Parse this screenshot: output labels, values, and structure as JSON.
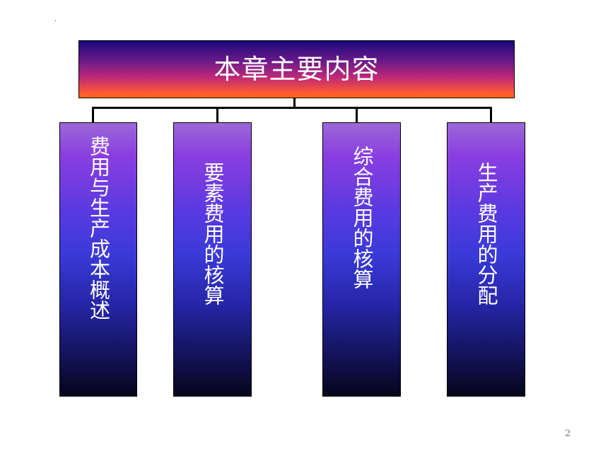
{
  "slide": {
    "dot": "·",
    "root_title": "本章主要内容",
    "children": [
      {
        "label": "费用与生产成本概述"
      },
      {
        "label": "要素费用的核算"
      },
      {
        "label": "综合费用的核算"
      },
      {
        "label": "生产费用的分配"
      }
    ],
    "page_number": "2"
  },
  "colors": {
    "root_gradient_top": "#1a0a7a",
    "root_gradient_bottom": "#ff6a20",
    "child_gradient_top": "#9c68d8",
    "child_gradient_bottom": "#05051a",
    "text": "#ffffff",
    "connector": "#000000"
  }
}
